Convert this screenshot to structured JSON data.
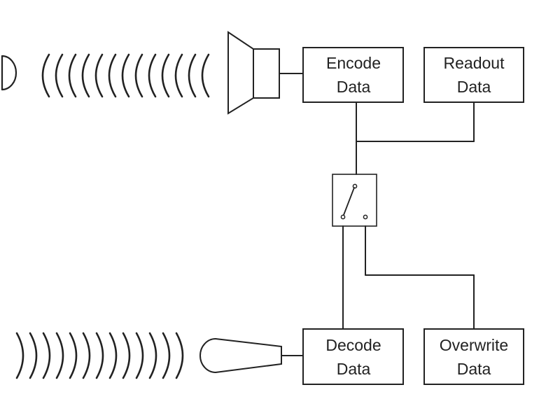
{
  "colors": {
    "stroke": "#222222",
    "background": "#ffffff"
  },
  "boxes": {
    "encode": {
      "line1": "Encode",
      "line2": "Data"
    },
    "readout": {
      "line1": "Readout",
      "line2": "Data"
    },
    "decode": {
      "line1": "Decode",
      "line2": "Data"
    },
    "overwrite": {
      "line1": "Overwrite",
      "line2": "Data"
    }
  },
  "icons": {
    "receiver_left": "half-circle-receiver-icon",
    "incoming_waves": "sound-wave-arcs-icon",
    "speaker": "speaker-icon",
    "switch": "toggle-switch-icon",
    "outgoing_waves": "sound-wave-arcs-icon",
    "microphone": "microphone-icon"
  }
}
